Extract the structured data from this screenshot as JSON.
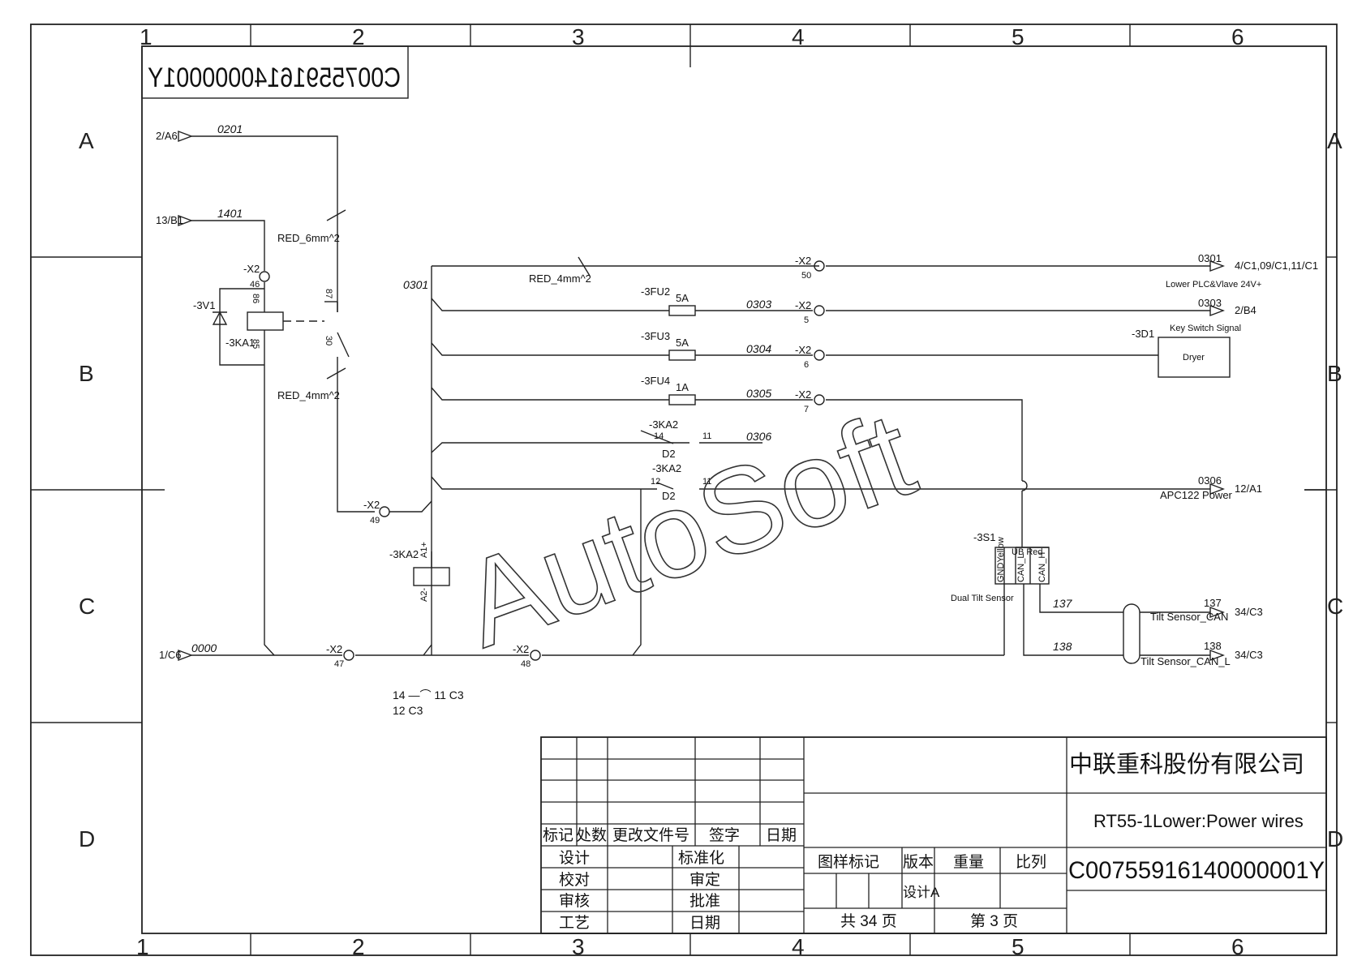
{
  "frame": {
    "columns": [
      "1",
      "2",
      "3",
      "4",
      "5",
      "6"
    ],
    "rows": [
      "A",
      "B",
      "C",
      "D"
    ]
  },
  "drawing_number_mirrored": "C00755916140000001Y",
  "watermark": "AutoSoft",
  "references": {
    "ref_2a6": "2/A6",
    "ref_13b1": "13/B1",
    "ref_1c6": "1/C6",
    "ref_4c1": "4/C1,09/C1,11/C1",
    "ref_2b4": "2/B4",
    "ref_12a1": "12/A1",
    "ref_34c3_a": "34/C3",
    "ref_34c3_b": "34/C3"
  },
  "wires": {
    "w0201": "0201",
    "w1401": "1401",
    "w0301_left": "0301",
    "w0303": "0303",
    "w0304": "0304",
    "w0305": "0305",
    "w0306": "0306",
    "w0000": "0000",
    "w0301_right": "0301",
    "w0303_right": "0303",
    "w0306_right": "0306",
    "w137": "137",
    "w138": "138",
    "w137_right": "137",
    "w138_right": "138"
  },
  "components": {
    "red_6mm": "RED_6mm^2",
    "red_4mm_relay": "RED_4mm^2",
    "red_4mm_bus": "RED_4mm^2",
    "x2_46": "-X2",
    "n46": "46",
    "v1": "-3V1",
    "ka1": "-3KA1",
    "pin86": "86",
    "pin85": "85",
    "pin87": "87",
    "pin30": "30",
    "fu2": "-3FU2",
    "fu2_val": "5A",
    "fu3": "-3FU3",
    "fu3_val": "5A",
    "fu4": "-3FU4",
    "fu4_val": "1A",
    "x2_50": "-X2",
    "n50": "50",
    "x2_5": "-X2",
    "n5": "5",
    "x2_6": "-X2",
    "n6": "6",
    "x2_7": "-X2",
    "n7": "7",
    "ka2_top": "-3KA2",
    "ka2_top_14": "14",
    "ka2_top_11": "11",
    "d2_a": "D2",
    "ka2_mid": "-3KA2",
    "ka2_mid_12": "12",
    "ka2_mid_11": "11",
    "d2_b": "D2",
    "x2_49": "-X2",
    "n49": "49",
    "ka2_coil": "-3KA2",
    "a1": "A1+",
    "a2": "A2-",
    "x2_47": "-X2",
    "n47": "47",
    "x2_48": "-X2",
    "n48": "48",
    "d1": "-3D1",
    "key_switch": "Key Switch Signal",
    "dryer": "Dryer",
    "lower_plc": "Lower PLC&Vlave 24V+",
    "apc122": "APC122 Power",
    "s1": "-3S1",
    "ub_red": "UB Red",
    "gnd_yellow": "GNDYellow",
    "can_l": "CAN_L",
    "can_h": "CAN_H",
    "dual_tilt": "Dual Tilt Sensor",
    "tilt_can": "Tilt Sensor_CAN",
    "tilt_can_l": "Tilt Sensor_CAN_L",
    "xref_line1": "14 —⌒  11  C3",
    "xref_line2": "12             C3"
  },
  "title_block": {
    "company": "中联重科股份有限公司",
    "title": "RT55-1Lower:Power wires",
    "drawing_no": "C00755916140000001Y",
    "rev_headers": [
      "标记",
      "处数",
      "更改文件号",
      "签字",
      "日期"
    ],
    "design": "设计",
    "standardize": "标准化",
    "check": "校对",
    "review_def": "审定",
    "audit": "审核",
    "approve": "批准",
    "process": "工艺",
    "date": "日期",
    "pattern_mark": "图样标记",
    "version": "版本",
    "weight": "重量",
    "scale": "比列",
    "version_value": "设计A",
    "total_pages": "共 34 页",
    "page_no": "第 3 页"
  }
}
